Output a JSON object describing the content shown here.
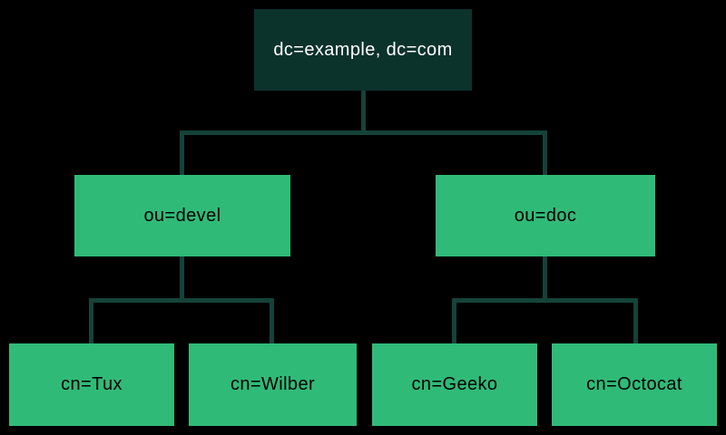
{
  "tree": {
    "root": {
      "label": "dc=example, dc=com"
    },
    "children": [
      {
        "label": "ou=devel",
        "children": [
          {
            "label": "cn=Tux"
          },
          {
            "label": "cn=Wilber"
          }
        ]
      },
      {
        "label": "ou=doc",
        "children": [
          {
            "label": "cn=Geeko"
          },
          {
            "label": "cn=Octocat"
          }
        ]
      }
    ]
  },
  "colors": {
    "background": "#000000",
    "root_fill": "#0c322c",
    "root_text": "#ffffff",
    "node_fill": "#30ba78",
    "node_text": "#000000",
    "connector": "#154239"
  }
}
